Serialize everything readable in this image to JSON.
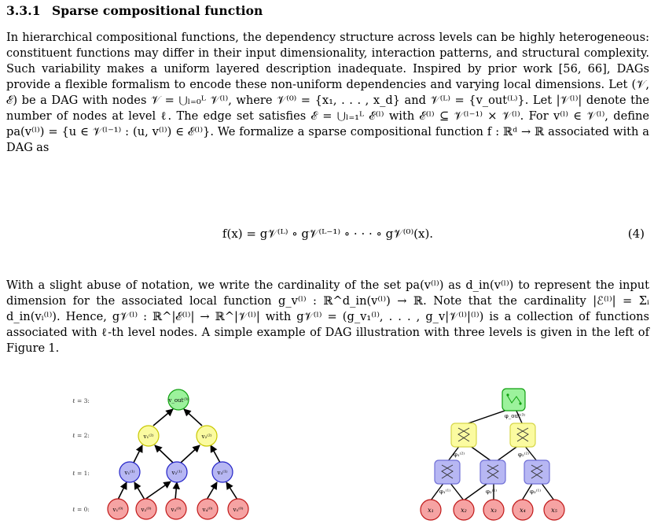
{
  "section": {
    "number": "3.3.1",
    "title": "Sparse compositional function"
  },
  "paragraph1": "In hierarchical compositional functions, the dependency structure across levels can be highly heterogeneous: constituent functions may differ in their input dimensionality, interaction patterns, and structural complexity. Such variability makes a uniform layered description inadequate. Inspired by prior work [56, 66], DAGs provide a flexible formalism to encode these non-uniform dependencies and varying local dimensions. Let (𝒱, ℰ) be a DAG with nodes 𝒱 = ⋃ₗ₌₀ᴸ 𝒱⁽ˡ⁾, where 𝒱⁽⁰⁾ = {x₁, . . . , x_d} and 𝒱⁽ᴸ⁾ = {v_out⁽ᴸ⁾}. Let |𝒱⁽ˡ⁾| denote the number of nodes at level ℓ. The edge set satisfies ℰ = ⋃ₗ₌₁ᴸ ℰ⁽ˡ⁾ with ℰ⁽ˡ⁾ ⊆ 𝒱⁽ˡ⁻¹⁾ × 𝒱⁽ˡ⁾. For v⁽ˡ⁾ ∈ 𝒱⁽ˡ⁾, define pa(v⁽ˡ⁾) = {u ∈ 𝒱⁽ˡ⁻¹⁾ : (u, v⁽ˡ⁾) ∈ ℰ⁽ˡ⁾}. We formalize a sparse compositional function f : ℝᵈ → ℝ associated with a DAG as",
  "equation": {
    "body": "f(x) = g𝒱⁽ᴸ⁾ ∘ g𝒱⁽ᴸ⁻¹⁾ ∘ · · · ∘ g𝒱⁽⁰⁾(x).",
    "number": "(4)"
  },
  "paragraph2": "With a slight abuse of notation, we write the cardinality of the set pa(v⁽ˡ⁾) as d_in(v⁽ˡ⁾) to represent the input dimension for the associated local function g_v⁽ˡ⁾ : ℝ^d_in(v⁽ˡ⁾) → ℝ. Note that the cardinality |ℰ⁽ˡ⁾| = Σᵢ d_in(vᵢ⁽ˡ⁾). Hence, g𝒱⁽ˡ⁾ : ℝ^|ℰ⁽ˡ⁾| → ℝ^|𝒱⁽ˡ⁾| with g𝒱⁽ˡ⁾ = (g_v₁⁽ˡ⁾, . . . , g_v|𝒱⁽ˡ⁾|⁽ˡ⁾) is a collection of functions associated with ℓ-th level nodes. A simple example of DAG illustration with three levels is given in the left of Figure 1.",
  "figure": {
    "level_labels": [
      "ℓ = 3:",
      "ℓ = 2:",
      "ℓ = 1:",
      "ℓ = 0:"
    ],
    "left_nodes": {
      "level3": [
        "v_out⁽³⁾"
      ],
      "level2": [
        "v₁⁽²⁾",
        "v₂⁽²⁾"
      ],
      "level1": [
        "v₁⁽¹⁾",
        "v₂⁽¹⁾",
        "v₃⁽¹⁾"
      ],
      "level0": [
        "v₁⁽⁰⁾",
        "v₂⁽⁰⁾",
        "v₃⁽⁰⁾",
        "v₄⁽⁰⁾",
        "v₅⁽⁰⁾"
      ]
    },
    "right_nodes": {
      "inputs": [
        "x₁",
        "x₂",
        "x₃",
        "x₄",
        "x₅"
      ],
      "level1": [
        "φ₁⁽¹⁾",
        "φ₂⁽¹⁾",
        "φ₃⁽¹⁾"
      ],
      "level2": [
        "φ₁⁽²⁾",
        "φ₂⁽²⁾"
      ],
      "level3": [
        "φ_out⁽³⁾"
      ]
    },
    "colors": {
      "red_fill": "#f6a3a3",
      "red_stroke": "#c01818",
      "blue_fill": "#b7b7f3",
      "blue_stroke": "#2323c8",
      "yellow_fill": "#fbfba0",
      "yellow_stroke": "#c8c800",
      "green_fill": "#9cf29c",
      "green_stroke": "#10a010"
    }
  }
}
